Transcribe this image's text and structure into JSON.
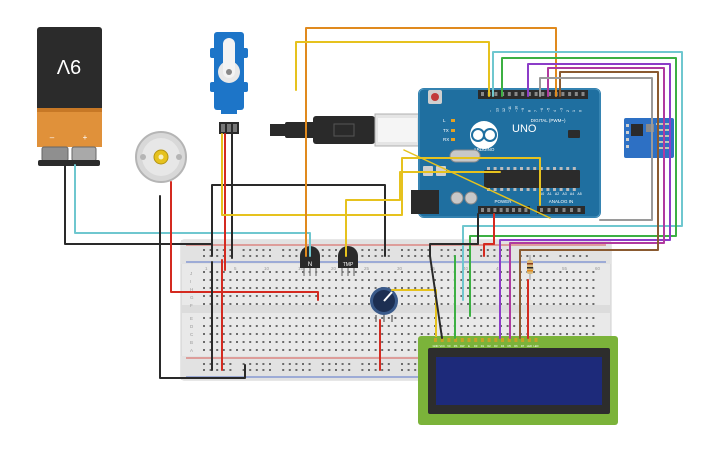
{
  "battery": {
    "voltage_label": "9V",
    "minus_label": "–",
    "plus_label": "+"
  },
  "arduino": {
    "brand_label": "ARDUINO",
    "model_label": "UNO",
    "digital_label": "DIGITAL (PWM~)",
    "analog_label": "ANALOG IN",
    "power_label": "POWER",
    "ioref_label": "IOREF",
    "reset_label": "RESET",
    "v33_label": "3.3V",
    "v5_label": "5V",
    "gnd_label": "GND",
    "vin_label": "Vin",
    "aref_label": "AREF",
    "tx_label": "TX",
    "rx_label": "RX",
    "l_label": "L",
    "digital_pins": [
      "~",
      "13",
      "12",
      "~11",
      "~10",
      "~9",
      "8",
      "7",
      "~6",
      "~5",
      "4",
      "~3",
      "2",
      "1",
      "0"
    ],
    "analog_pins": [
      "A0",
      "A1",
      "A2",
      "A3",
      "A4",
      "A5"
    ]
  },
  "transistors": [
    {
      "label": "N"
    },
    {
      "label": "TMP"
    }
  ],
  "breadboard": {
    "row_letters_top": [
      "J",
      "I",
      "H",
      "G",
      "F"
    ],
    "row_letters_bottom": [
      "E",
      "D",
      "C",
      "B",
      "A"
    ],
    "column_numbers": [
      "1",
      "5",
      "10",
      "15",
      "20",
      "25",
      "30",
      "35",
      "40",
      "45",
      "50",
      "55",
      "60"
    ]
  },
  "lcd": {
    "pin_labels": [
      "GND",
      "VCC",
      "V0",
      "RS",
      "RW",
      "E",
      "D0",
      "D1",
      "D2",
      "D3",
      "D4",
      "D5",
      "D6",
      "D7",
      "LED",
      "LED"
    ]
  },
  "colors": {
    "wire_black": "#2a2a2a",
    "wire_red": "#d42a20",
    "wire_orange": "#e08a1e",
    "wire_yellow": "#e6c21e",
    "wire_cyan": "#6fc7cf",
    "wire_green": "#3cb043",
    "wire_purple": "#8c3cc8",
    "wire_magenta": "#b03aa0",
    "wire_brown": "#8a5a30",
    "wire_gray": "#9a9a9a",
    "arduino_board": "#1f6fa0",
    "breadboard": "#e9e9e9",
    "lcd_pcb": "#7bb33a",
    "lcd_screen": "#1d2a7a",
    "battery_body": "#2b2b2b",
    "battery_label": "#e0913a",
    "servo_blue": "#1d75c8",
    "esp_blue": "#2d70c4"
  }
}
